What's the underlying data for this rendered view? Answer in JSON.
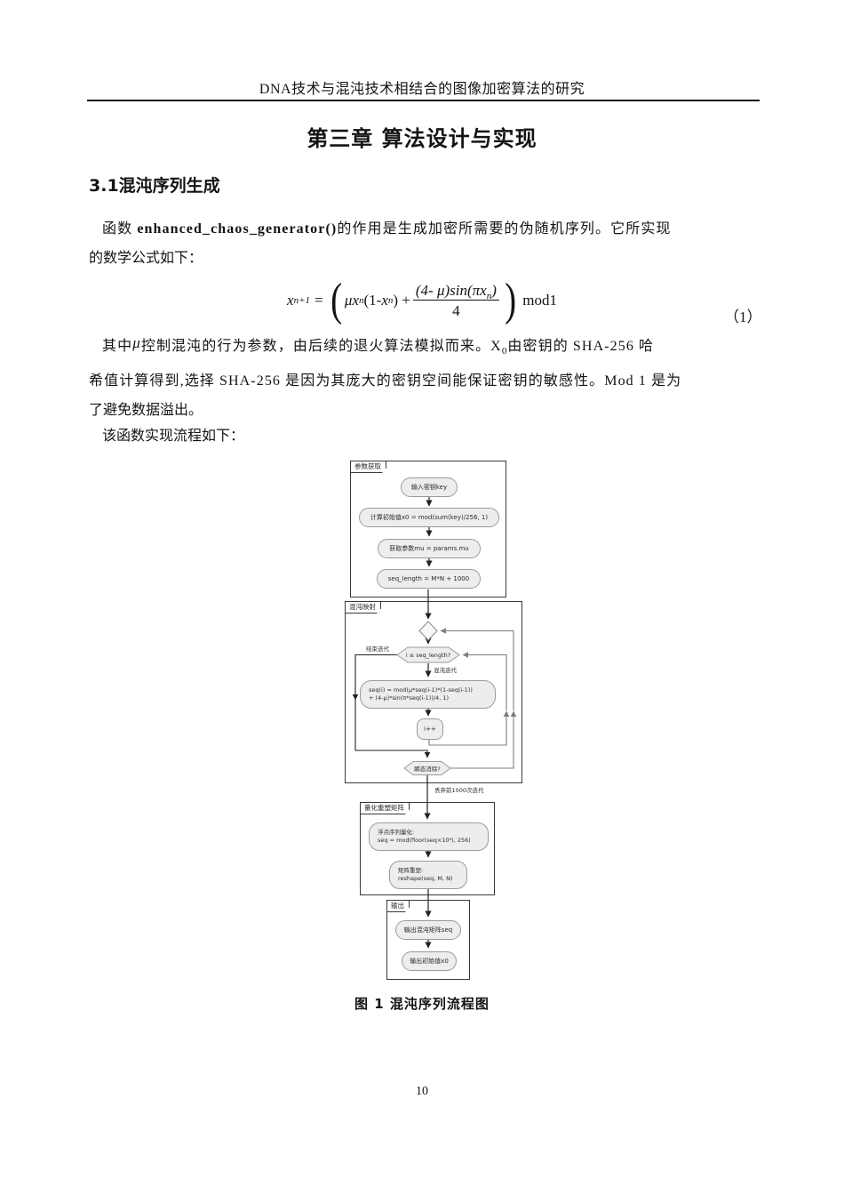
{
  "page_header": {
    "title": "DNA技术与混沌技术相结合的图像加密算法的研究"
  },
  "chapter": {
    "title": "第三章 算法设计与实现"
  },
  "section": {
    "title": "3.1混沌序列生成"
  },
  "para1": {
    "l1_pre": "函数 ",
    "l1_bold": "enhanced_chaos_generator()",
    "l1_post": "的作用是生成加密所需要的伪随机序列。它所实现",
    "l2": "的数学公式如下："
  },
  "formula": {
    "lhs": "x",
    "lhs_sub": "n+1",
    "equals": "=",
    "lparen": "(",
    "term1": "μx",
    "term1_sub": "n",
    "term2_open": "(1- ",
    "term2_x": "x",
    "term2_sub": "n",
    "term2_close": ") +",
    "num_a": "(4- μ)sin(πx",
    "num_sub": "n",
    "num_b": ")",
    "den": "4",
    "rparen": ")",
    "mod": "mod1",
    "number": "（1）"
  },
  "para2": {
    "l1_a": "其中",
    "l1_mu": "μ",
    "l1_b": "控制混沌的行为参数，由后续的退火算法模拟而来。X",
    "l1_sub": "0",
    "l1_c": "由密钥的 SHA-256 哈",
    "l2": "希值计算得到,选择 SHA-256 是因为其庞大的密钥空间能保证密钥的敏感性。Mod 1 是为",
    "l3": "了避免数据溢出。"
  },
  "para3": {
    "text": "该函数实现流程如下："
  },
  "flowchart": {
    "group1_label": "参数获取",
    "group2_label": "混沌映射",
    "group3_label": "量化重塑矩阵",
    "group4_label": "输出",
    "node_input_key": "输入密钥key",
    "node_init_x0": "计算初始值x0 = mod(sum(key)/256, 1)",
    "node_get_mu": "获取参数mu = params.mu",
    "node_seq_length": "seq_length = M*N + 1000",
    "cond_loop": "i ≤ seq_length?",
    "label_end_iter": "结束迭代",
    "label_chaos_iter": "混沌迭代",
    "node_seq_update_l1": "seq(i) = mod(μ*seq(i-1)*(1-seq(i-1))",
    "node_seq_update_l2": "+ (4-μ)*sin(π*seq(i-1))/4, 1)",
    "node_increment": "i++",
    "cond_transient": "瞬态消除?",
    "label_discard": "丢弃前1000次迭代",
    "node_quantize_l1": "浮点序列量化:",
    "node_quantize_l2": "seq = mod(floor(seq×10⁸), 256)",
    "node_reshape_l1": "矩阵重塑:",
    "node_reshape_l2": "reshape(seq, M, N)",
    "node_out_seq": "输出混沌矩阵seq",
    "node_out_x0": "输出初始值x0"
  },
  "figure": {
    "caption": "图 1 混沌序列流程图"
  },
  "footer": {
    "page_number": "10"
  },
  "colors": {
    "text": "#141414",
    "node_fill": "#ededed",
    "node_border": "#9b9b9b",
    "container_border": "#3a3a3a",
    "flow_line": "#222222",
    "loop_line": "#7d7d7d"
  }
}
